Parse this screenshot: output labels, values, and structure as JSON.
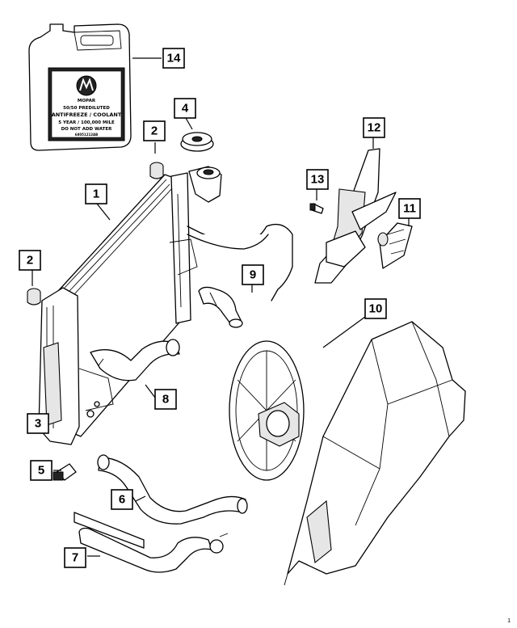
{
  "callouts": [
    "1",
    "2",
    "2",
    "3",
    "4",
    "5",
    "6",
    "7",
    "8",
    "9",
    "10",
    "11",
    "12",
    "13",
    "14"
  ],
  "jug_label": {
    "brand": "MOPAR",
    "line1": "50/50 PREDILUTED",
    "line2": "ANTIFREEZE / COOLANT",
    "line3": "5 YEAR / 100,000 MILE",
    "line4": "DO NOT ADD WATER",
    "part_no": "68051212AB"
  },
  "ref_number": "1"
}
